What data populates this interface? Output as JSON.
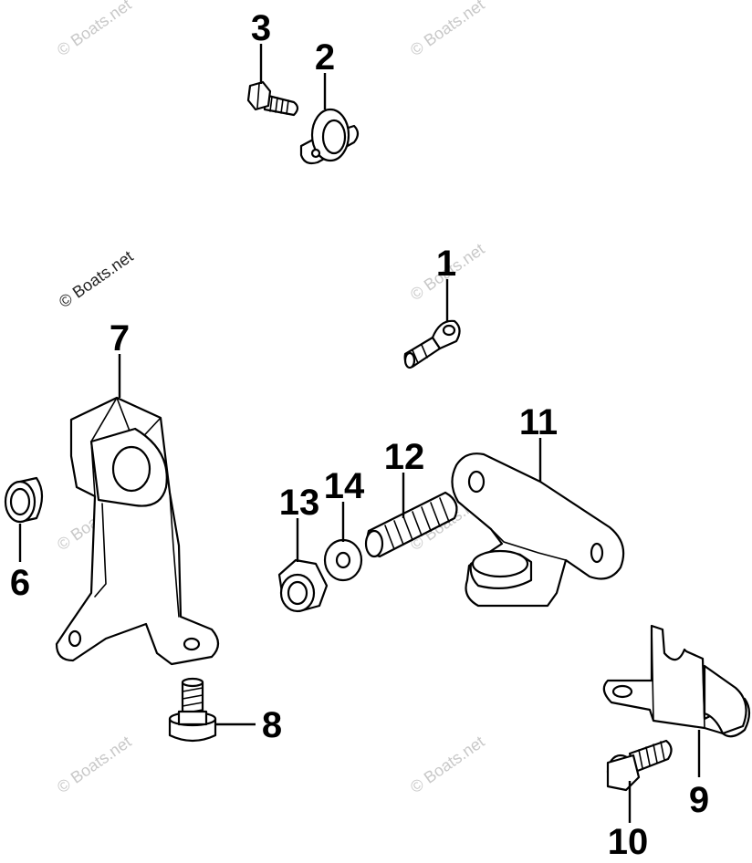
{
  "watermark": {
    "text": "© Boats.net",
    "color": "#c8c8c8"
  },
  "parts": [
    {
      "number": "1"
    },
    {
      "number": "2"
    },
    {
      "number": "3"
    },
    {
      "number": "6"
    },
    {
      "number": "7"
    },
    {
      "number": "8"
    },
    {
      "number": "9"
    },
    {
      "number": "10"
    },
    {
      "number": "11"
    },
    {
      "number": "12"
    },
    {
      "number": "13"
    },
    {
      "number": "14"
    }
  ]
}
